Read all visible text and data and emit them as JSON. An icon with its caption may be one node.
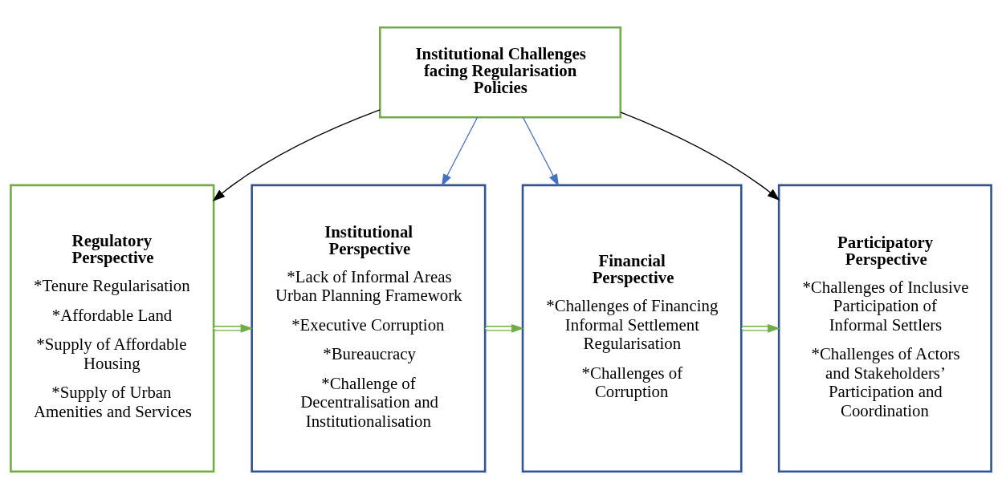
{
  "diagram": {
    "nodes": [
      {
        "text": [
          "Institutional Challenges facing Regularisation Policies"
        ]
      },
      {
        "text": [
          "Regulatory Perspective",
          "*Tenure Regularisation",
          "*Affordable Land",
          "*Supply of Affordable Housing",
          "*Supply of Urban Amenities and Services"
        ]
      },
      {
        "text": [
          "Institutional Perspective",
          "*Lack of Informal Areas Urban Planning Framework",
          "*Executive Corruption",
          "*Bureaucracy",
          "*Challenge of Decentralisation and Institutionalisation"
        ]
      },
      {
        "text": [
          "Financial Perspective",
          "*Challenges of Financing Informal Settlement Regularisation",
          "*Challenges of Corruption"
        ]
      },
      {
        "text": [
          "Participatory Perspective",
          "*Challenges of Inclusive Participation of Informal Settlers",
          "*Challenges of Actors and Stakeholders’ Participation and Coordination"
        ]
      }
    ],
    "edges": [
      {
        "from": 0,
        "to": 1,
        "arrow": "to",
        "color": "#000000"
      },
      {
        "from": 0,
        "to": 2,
        "arrow": "to",
        "color": "#4472c4"
      },
      {
        "from": 0,
        "to": 3,
        "arrow": "to",
        "color": "#4472c4"
      },
      {
        "from": 0,
        "to": 4,
        "arrow": "to",
        "color": "#000000"
      },
      {
        "from": 1,
        "to": 2,
        "arrow": "to",
        "color": "#70ad47"
      },
      {
        "from": 2,
        "to": 3,
        "arrow": "to",
        "color": "#70ad47"
      },
      {
        "from": 3,
        "to": 4,
        "arrow": "to",
        "color": "#70ad47"
      }
    ]
  }
}
